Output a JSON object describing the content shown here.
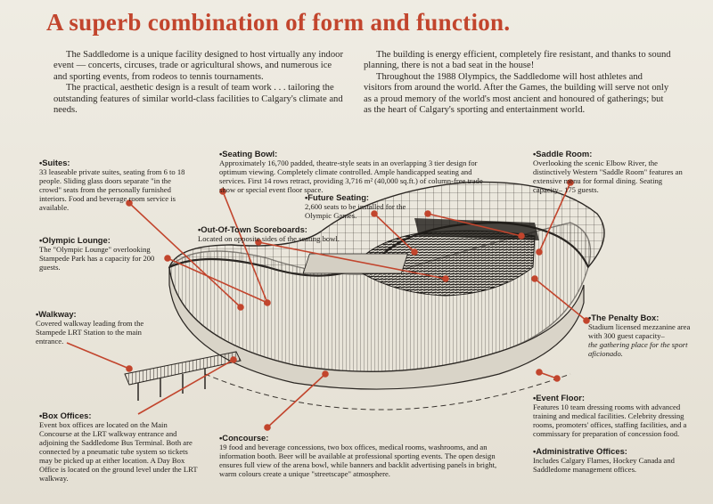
{
  "headline": "A superb combination of form and function.",
  "intro_left": [
    "The Saddledome is a unique facility designed to host virtually any indoor event — concerts, circuses, trade or agricultural shows, and numerous ice and sporting events, from rodeos to tennis tournaments.",
    "The practical, aesthetic design is a result of team work . . . tailoring the outstanding features of similar world-class facilities to Calgary's climate and needs."
  ],
  "intro_right": [
    "The building is energy efficient, completely fire resistant, and thanks to sound planning, there is not a bad seat in the house!",
    "Throughout the 1988 Olympics, the Saddledome will host athletes and visitors from around the world. After the Games, the building will serve not only as a proud memory of the world's most ancient and honoured of gatherings; but as the heart of Calgary's sporting and entertainment world."
  ],
  "callouts": {
    "suites": {
      "title": "Suites:",
      "body": "33 leaseable private suites, seating from 6 to 18 people. Sliding glass doors separate \"in the crowd\" seats from the personally furnished interiors. Food and beverage room service is available."
    },
    "seating_bowl": {
      "title": "Seating Bowl:",
      "body": "Approximately 16,700 padded, theatre-style seats in an overlapping 3 tier design for optimum viewing. Completely climate controlled. Ample handicapped seating and services. First 14 rows retract, providing 3,716 m² (40,000 sq.ft.) of column-free trade show or special event floor space."
    },
    "saddle_room": {
      "title": "Saddle Room:",
      "body": "Overlooking the scenic Elbow River, the distinctively Western \"Saddle Room\" features an extensive menu for formal dining. Seating capacity– 175 guests."
    },
    "future_seating": {
      "title": "Future Seating:",
      "body": "2,600 seats to be installed for the Olympic Games."
    },
    "olympic_lounge": {
      "title": "Olympic Lounge:",
      "body": "The \"Olympic Lounge\" overlooking Stampede Park has a capacity for 200 guests."
    },
    "scoreboards": {
      "title": "Out-Of-Town Scoreboards:",
      "body": "Located on opposite sides of the seating bowl."
    },
    "walkway": {
      "title": "Walkway:",
      "body": "Covered walkway leading from the Stampede LRT Station to the main entrance."
    },
    "penalty_box": {
      "title": "The Penalty Box:",
      "body": "Stadium licensed mezzanine area with 300 guest capacity–",
      "tagline": "the gathering place for the sport aficionado."
    },
    "event_floor": {
      "title": "Event Floor:",
      "body": "Features 10 team dressing rooms with advanced training and medical facilities. Celebrity dressing rooms, promoters' offices, staffing facilities, and a commissary for preparation of concession food."
    },
    "box_offices": {
      "title": "Box Offices:",
      "body": "Event box offices are located on the Main Concourse at the LRT walkway entrance and adjoining the Saddledome Bus Terminal. Both are connected by a pneumatic tube system so tickets may be picked up at either location. A Day Box Office is located on the ground level under the LRT walkway."
    },
    "concourse": {
      "title": "Concourse:",
      "body": "19 food and beverage concessions, two box offices, medical rooms, washrooms, and an information booth. Beer will be available at professional sporting events. The open design ensures full view of the arena bowl, while banners and backlit advertising panels in bright, warm colours create a unique \"streetscape\" atmosphere."
    },
    "admin_offices": {
      "title": "Administrative Offices:",
      "body": "Includes Calgary Flames, Hockey Canada and Saddledome management offices."
    }
  },
  "colors": {
    "headline": "#c2452d",
    "leader": "#c2452d",
    "ink": "#2a2622",
    "paper": "#ece8dd"
  }
}
